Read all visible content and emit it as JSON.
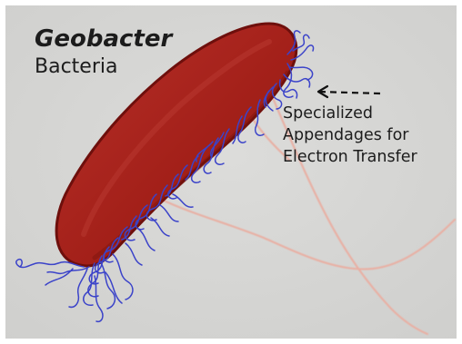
{
  "title": {
    "genus": "Geobacter",
    "word": "Bacteria"
  },
  "callout": {
    "lines": [
      "Specialized",
      "Appendages for",
      "Electron Transfer"
    ]
  },
  "colors": {
    "background": "#d7d7d5",
    "cell_body": "#a8231e",
    "cell_outline": "#6e0f0c",
    "appendages": "#3b43c9",
    "flagella": "#e9b4a9",
    "arrow": "#111111"
  }
}
